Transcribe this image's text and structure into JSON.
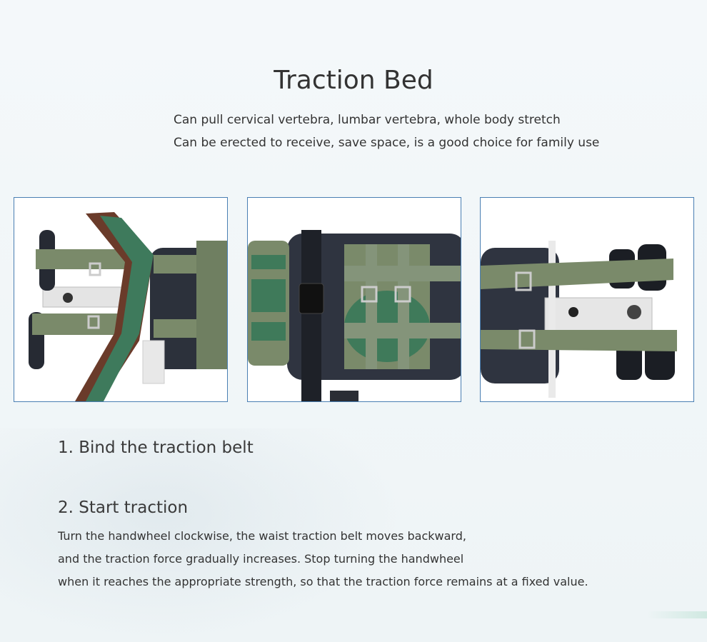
{
  "header": {
    "title": "Traction Bed",
    "subtitle_lines": [
      "Can pull cervical vertebra, lumbar vertebra, whole body stretch",
      "Can be erected to receive, save space, is a good choice for family use"
    ]
  },
  "gallery": {
    "border_color": "#4a7fb3"
  },
  "steps": [
    {
      "title": "1. Bind the traction belt"
    },
    {
      "title": "2. Start traction",
      "description_lines": [
        "Turn the handwheel clockwise, the waist traction belt moves backward,",
        "and the traction force gradually increases. Stop turning the handwheel",
        "when it reaches the appropriate strength, so that the traction force remains at a fixed value."
      ]
    }
  ],
  "colors": {
    "strap_green": "#7a8a6a",
    "pad_green": "#3f7a5a",
    "cushion": "#2f3440",
    "metal": "#e6e6e6"
  }
}
